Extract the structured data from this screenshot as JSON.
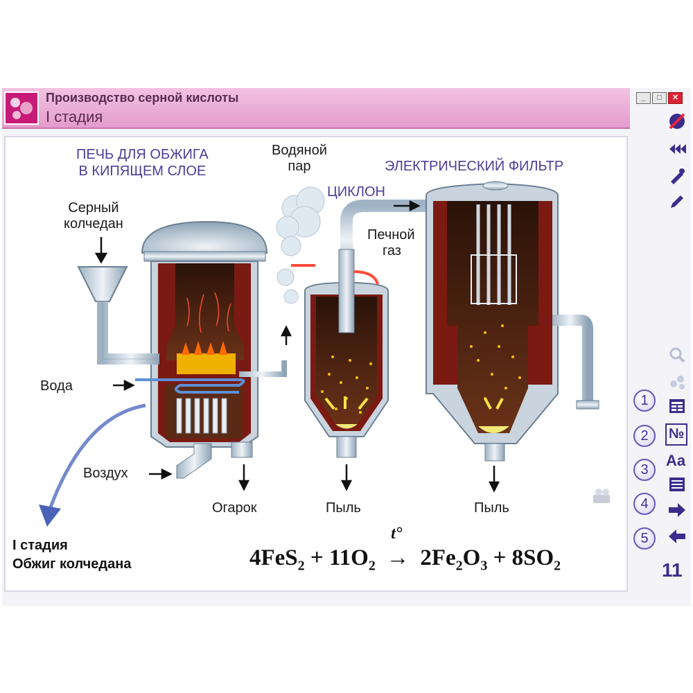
{
  "window": {
    "title": "Производство серной кислоты",
    "subtitle": "I стадия",
    "buttons": [
      "_",
      "□",
      "✕"
    ]
  },
  "diagram": {
    "furnace_title_1": "ПЕЧЬ ДЛЯ ОБЖИГА",
    "furnace_title_2": "В КИПЯЩЕМ СЛОЕ",
    "cyclone_title": "ЦИКЛОН",
    "filter_title": "ЭЛЕКТРИЧЕСКИЙ ФИЛЬТР",
    "steam_1": "Водяной",
    "steam_2": "пар",
    "pyrite_1": "Серный",
    "pyrite_2": "колчедан",
    "water": "Вода",
    "air": "Воздух",
    "cinder": "Огарок",
    "dust_1": "Пыль",
    "dust_2": "Пыль",
    "gas_1": "Печной",
    "gas_2": "газ"
  },
  "caption": {
    "stage": "I стадия",
    "process": "Обжиг колчедана"
  },
  "equation": {
    "c1": "4FeS",
    "s1": "2",
    "plus1": " + 11O",
    "s2": "2",
    "cond": "t°",
    "c3": "2Fe",
    "s3": "2",
    "c4": "O",
    "s4": "3",
    "plus2": " + 8SO",
    "s5": "2"
  },
  "nav": {
    "steps": [
      "1",
      "2",
      "3",
      "4",
      "5"
    ],
    "page": "11",
    "font_tool": "Aa",
    "numbering_tool": "№"
  },
  "icons": [
    "no-sound-icon",
    "back-icon",
    "pointer-icon",
    "pencil-icon",
    "zoom-icon",
    "molecule-icon",
    "table-icon",
    "list-icon",
    "arrow-right-icon",
    "arrow-left-icon"
  ]
}
